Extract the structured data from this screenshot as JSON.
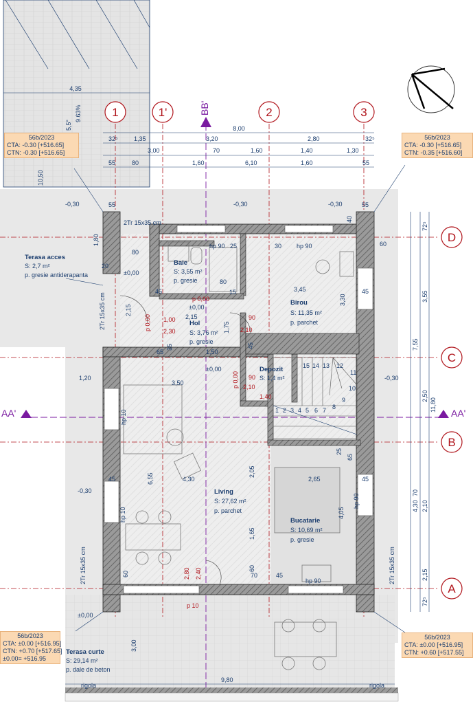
{
  "axes": {
    "columns": [
      "1",
      "1'",
      "2",
      "3"
    ],
    "rows": [
      "D",
      "C",
      "B",
      "A"
    ]
  },
  "sections": {
    "bb": "BB'",
    "aa_left": "AA'",
    "aa_right": "AA'"
  },
  "dims_top": {
    "d435": "4,35",
    "d800": "8,00",
    "r1": [
      "32⁵",
      "1,35",
      "3,20",
      "2,80",
      "32⁵"
    ],
    "r2": [
      "3,00",
      "70",
      "1,60",
      "1,40",
      "1,30"
    ],
    "r3": [
      "55",
      "80",
      "1,60",
      "6,10",
      "1,60",
      "55"
    ],
    "roof_slope": "5,5°",
    "roof_pct": "9.63%",
    "d1050": "10,50"
  },
  "dims_right": {
    "d725a": "72⁵",
    "d355": "3,55",
    "d755": "7,55",
    "d250": "2,50",
    "d1180": "11,80",
    "d210": "2,10",
    "d430": "4,30",
    "d70": "70",
    "d215": "2,15",
    "d725b": "72⁵"
  },
  "levels": {
    "l1": "-0,30",
    "l2": "-0,30",
    "l3": "-0,30",
    "l4": "-0,30",
    "l5": "-0,30",
    "ext": "±0,00",
    "int1": "±0,00",
    "int2": "±0,00",
    "int3": "±0,00"
  },
  "rooms": {
    "terasa_acces": {
      "name": "Terasa acces",
      "area": "S: 2,7 m²",
      "floor": "p. gresie antiderapanta"
    },
    "baie": {
      "name": "Baie",
      "area": "S: 3,55 m²",
      "floor": "p. gresie"
    },
    "birou": {
      "name": "Birou",
      "area": "S: 11,35 m²",
      "floor": "p. parchet"
    },
    "hol": {
      "name": "Hol",
      "area": "S: 3,76 m²",
      "floor": "p. gresie"
    },
    "depozit": {
      "name": "Depozit",
      "area": "S: 1,4 m²"
    },
    "living": {
      "name": "Living",
      "area": "S: 27,62 m²",
      "floor": "p. parchet"
    },
    "bucatarie": {
      "name": "Bucatarie",
      "area": "S: 10,69 m²",
      "floor": "p. gresie"
    },
    "terasa_curte": {
      "name": "Terasa curte",
      "area": "S: 29,14 m²",
      "floor": "p. dale de beton"
    }
  },
  "interior": {
    "tr1": "2Tr 15x35 cm",
    "tr2": "2Tr 15x35 cm",
    "tr3": "2Tr 15x35 cm",
    "tr4": "2Tr 15x35 cm",
    "hp90a": "hp 90",
    "hp90b": "hp 90",
    "hp90c": "hp 90",
    "hp90d": "hp 90",
    "hp10a": "hp 10",
    "hp10b": "hp 10",
    "p000a": "p 0,00",
    "p000b": "p 0,00",
    "p000c": "p 0,00",
    "p10": "p 10",
    "d345": "3,45",
    "d330": "3,30",
    "d215a": "2,15",
    "d215b": "2,15",
    "d175": "1,75",
    "d100": "1,00",
    "d230": "2,30",
    "d210a": "2,10",
    "d210b": "2,10",
    "d90a": "90",
    "d90b": "90",
    "d150": "1,50",
    "d350": "3,50",
    "d120": "1,20",
    "d655": "6,55",
    "d430": "4,30",
    "d265": "2,65",
    "d205": "2,05",
    "d165": "1,65",
    "d405": "4,05",
    "d280": "2,80",
    "d240": "2,40",
    "d45a": "45",
    "d45b": "45",
    "d45c": "45",
    "d45d": "45",
    "d45e": "45",
    "d45f": "45",
    "d60a": "60",
    "d60b": "60",
    "d60c": "60",
    "d70": "70",
    "d80a": "80",
    "d80b": "80",
    "d25a": "25",
    "d25b": "25",
    "d30": "30",
    "d65a": "65",
    "d65b": "65",
    "d35": "35",
    "d40": "40",
    "d55a": "55",
    "d55b": "55",
    "d140": "1,40",
    "d180": "1,80",
    "d20": "20",
    "d15": "15"
  },
  "stair_steps": [
    "1",
    "2",
    "3",
    "4",
    "5",
    "6",
    "7",
    "8",
    "9",
    "10",
    "11",
    "12",
    "13",
    "14",
    "15"
  ],
  "bottom": {
    "d300": "3,00",
    "d980": "9,80",
    "rigola1": "rigola",
    "rigola2": "rigola"
  },
  "labels": {
    "tl": {
      "code": "56b/2023",
      "cta": "CTA: -0.30 [+516.65]",
      "ctn": "CTN: -0.30 [+516.65]"
    },
    "tr": {
      "code": "56b/2023",
      "cta": "CTA: -0.30 [+516.65]",
      "ctn": "CTN: -0.35 [+516.60]"
    },
    "bl": {
      "code": "56b/2023",
      "cta": "CTA: ±0.00 [+516.95]",
      "ctn": "CTN: +0.70 [+517.65]",
      "ref": "±0.00= +516.95"
    },
    "br": {
      "code": "56b/2023",
      "cta": "CTA: ±0.00 [+516.95]",
      "ctn": "CTN: +0.60 [+517.55]"
    }
  }
}
